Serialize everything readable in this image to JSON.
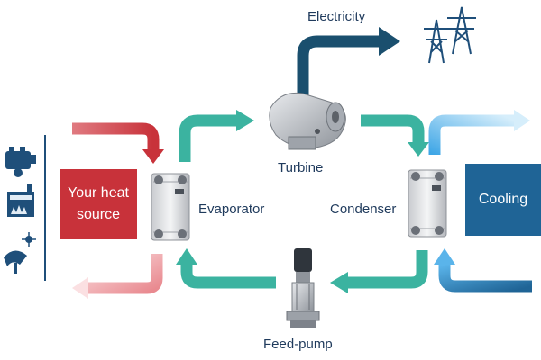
{
  "labels": {
    "electricity": "Electricity",
    "turbine": "Turbine",
    "evaporator": "Evaporator",
    "condenser": "Condenser",
    "feed_pump": "Feed-pump"
  },
  "boxes": {
    "heat_source": {
      "line1": "Your heat",
      "line2": "source"
    },
    "cooling": "Cooling"
  },
  "colors": {
    "heat_red": "#c8323a",
    "cooling_blue": "#1f6496",
    "cycle_teal": "#3bb3a0",
    "electricity_navy": "#1a4f6e",
    "label_navy": "#1f3a5c",
    "light_blue": "#5ab4ea"
  },
  "icons": [
    "industrial-engine-icon",
    "factory-furnace-icon",
    "solar-collector-icon",
    "power-pylon-icon",
    "plate-heat-exchanger-icon",
    "steam-turbine-icon",
    "vertical-multistage-pump-icon"
  ]
}
